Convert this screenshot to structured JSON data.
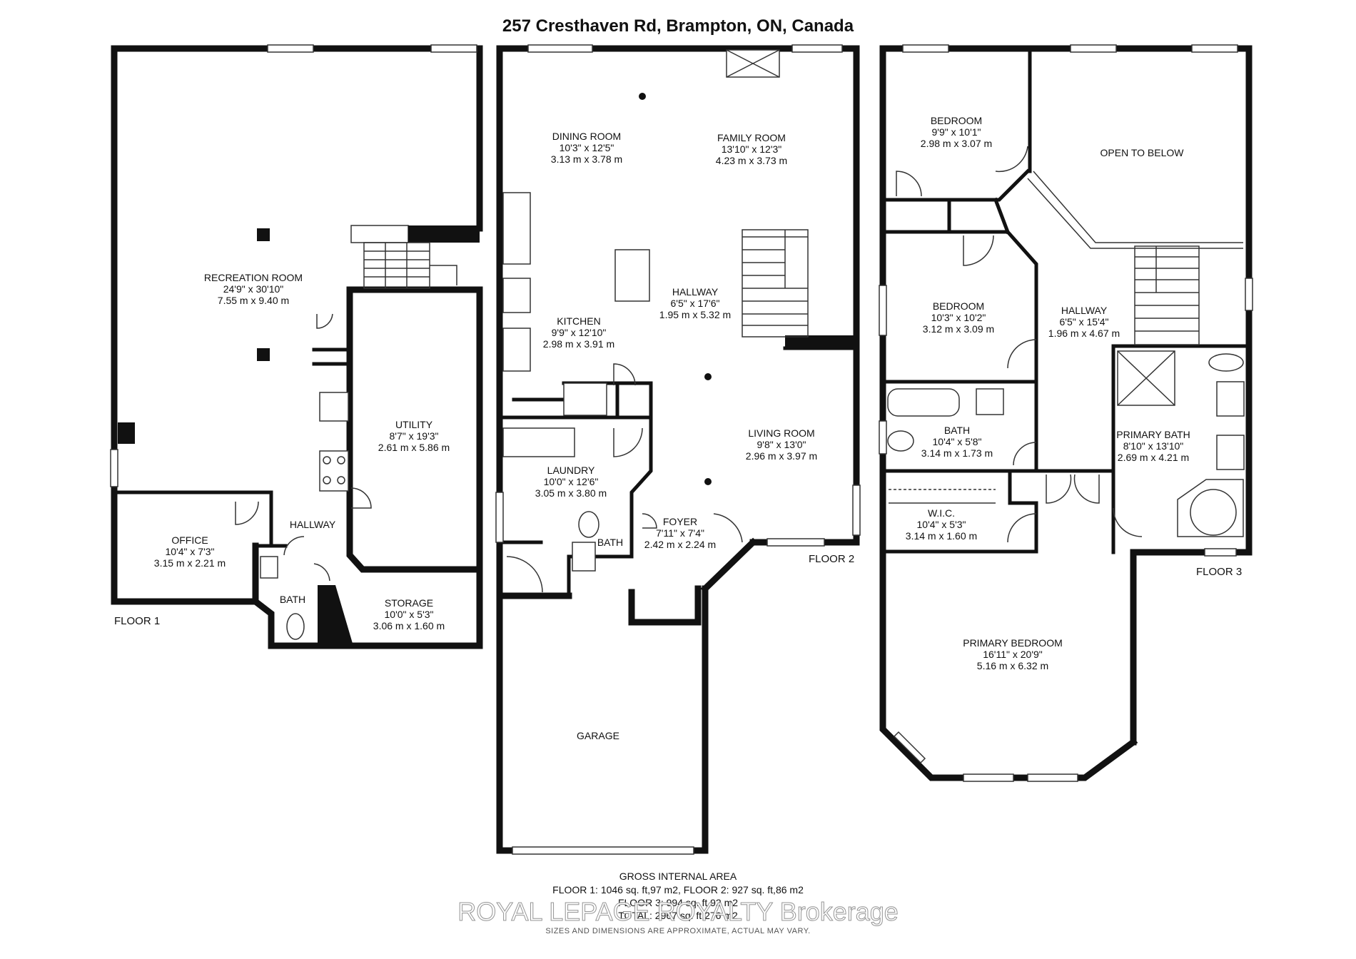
{
  "title": "257 Cresthaven Rd, Brampton, ON, Canada",
  "floors": [
    {
      "label": "FLOOR 1",
      "rooms": [
        {
          "name": "RECREATION ROOM",
          "imperial": "24'9\" x 30'10\"",
          "metric": "7.55 m x 9.40 m"
        },
        {
          "name": "UTILITY",
          "imperial": "8'7\" x 19'3\"",
          "metric": "2.61 m x 5.86 m"
        },
        {
          "name": "HALLWAY",
          "imperial": "",
          "metric": ""
        },
        {
          "name": "OFFICE",
          "imperial": "10'4\" x 7'3\"",
          "metric": "3.15 m x 2.21 m"
        },
        {
          "name": "BATH",
          "imperial": "",
          "metric": ""
        },
        {
          "name": "STORAGE",
          "imperial": "10'0\" x 5'3\"",
          "metric": "3.06 m x 1.60 m"
        }
      ]
    },
    {
      "label": "FLOOR 2",
      "rooms": [
        {
          "name": "DINING ROOM",
          "imperial": "10'3\" x 12'5\"",
          "metric": "3.13 m x 3.78 m"
        },
        {
          "name": "FAMILY ROOM",
          "imperial": "13'10\" x 12'3\"",
          "metric": "4.23 m x 3.73 m"
        },
        {
          "name": "HALLWAY",
          "imperial": "6'5\" x 17'6\"",
          "metric": "1.95 m x 5.32 m"
        },
        {
          "name": "KITCHEN",
          "imperial": "9'9\" x 12'10\"",
          "metric": "2.98 m x 3.91 m"
        },
        {
          "name": "LIVING ROOM",
          "imperial": "9'8\" x 13'0\"",
          "metric": "2.96 m x 3.97 m"
        },
        {
          "name": "LAUNDRY",
          "imperial": "10'0\" x 12'6\"",
          "metric": "3.05 m x 3.80 m"
        },
        {
          "name": "BATH",
          "imperial": "",
          "metric": ""
        },
        {
          "name": "FOYER",
          "imperial": "7'11\" x 7'4\"",
          "metric": "2.42 m x 2.24 m"
        },
        {
          "name": "GARAGE",
          "imperial": "",
          "metric": ""
        }
      ]
    },
    {
      "label": "FLOOR 3",
      "rooms": [
        {
          "name": "BEDROOM",
          "imperial": "9'9\" x 10'1\"",
          "metric": "2.98 m x 3.07 m"
        },
        {
          "name": "OPEN TO BELOW",
          "imperial": "",
          "metric": ""
        },
        {
          "name": "BEDROOM",
          "imperial": "10'3\" x 10'2\"",
          "metric": "3.12 m x 3.09 m"
        },
        {
          "name": "HALLWAY",
          "imperial": "6'5\" x 15'4\"",
          "metric": "1.96 m x 4.67 m"
        },
        {
          "name": "BATH",
          "imperial": "10'4\" x 5'8\"",
          "metric": "3.14 m x 1.73 m"
        },
        {
          "name": "PRIMARY BATH",
          "imperial": "8'10\" x 13'10\"",
          "metric": "2.69 m x 4.21 m"
        },
        {
          "name": "W.I.C.",
          "imperial": "10'4\" x 5'3\"",
          "metric": "3.14 m x 1.60 m"
        },
        {
          "name": "PRIMARY BEDROOM",
          "imperial": "16'11\" x 20'9\"",
          "metric": "5.16 m x 6.32 m"
        }
      ]
    }
  ],
  "area": {
    "heading": "GROSS INTERNAL AREA",
    "line1": "FLOOR 1: 1046 sq. ft,97 m2, FLOOR 2: 927 sq. ft,86 m2",
    "line2": "FLOOR 3: 994 sq. ft,92 m2",
    "line3": "TOTAL: 2967 sq. ft,276 m2",
    "note": "SIZES AND DIMENSIONS ARE APPROXIMATE, ACTUAL MAY VARY."
  },
  "watermark": "ROYAL LEPAGE ROYALTY Brokerage",
  "colors": {
    "wall": "#111111",
    "background": "#ffffff",
    "watermark_stroke": "#8a8a8a"
  }
}
